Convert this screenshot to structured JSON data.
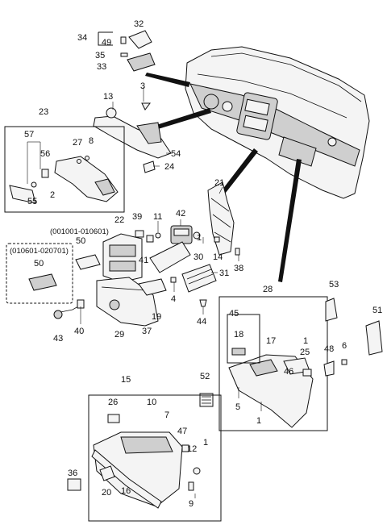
{
  "colors": {
    "line": "#111111",
    "part_fill": "#f4f4f4",
    "shade": "#cfcfcf",
    "background": "#ffffff"
  },
  "callouts": {
    "c1a": "1",
    "c1b": "1",
    "c1c": "1",
    "c1d": "1",
    "c2": "2",
    "c3": "3",
    "c4": "4",
    "c5": "5",
    "c6": "6",
    "c7": "7",
    "c8": "8",
    "c9": "9",
    "c10": "10",
    "c11": "11",
    "c12": "12",
    "c13": "13",
    "c14": "14",
    "c15": "15",
    "c16": "16",
    "c17": "17",
    "c18": "18",
    "c19": "19",
    "c20": "20",
    "c21": "21",
    "c22": "22",
    "c23": "23",
    "c24": "24",
    "c25": "25",
    "c26": "26",
    "c27": "27",
    "c28": "28",
    "c29": "29",
    "c30": "30",
    "c31": "31",
    "c32": "32",
    "c33": "33",
    "c34": "34",
    "c35": "35",
    "c36": "36",
    "c37": "37",
    "c38": "38",
    "c39": "39",
    "c40": "40",
    "c41": "41",
    "c42": "42",
    "c43": "43",
    "c44": "44",
    "c45": "45",
    "c46": "46",
    "c47": "47",
    "c48": "48",
    "c49": "49",
    "c50a": "50",
    "c50b": "50",
    "c51": "51",
    "c52": "52",
    "c53": "53",
    "c54": "54",
    "c55": "55",
    "c56": "56",
    "c57": "57"
  },
  "notes": {
    "date_range_1": "(001001-010601)",
    "date_range_2": "(010601-020701)"
  }
}
